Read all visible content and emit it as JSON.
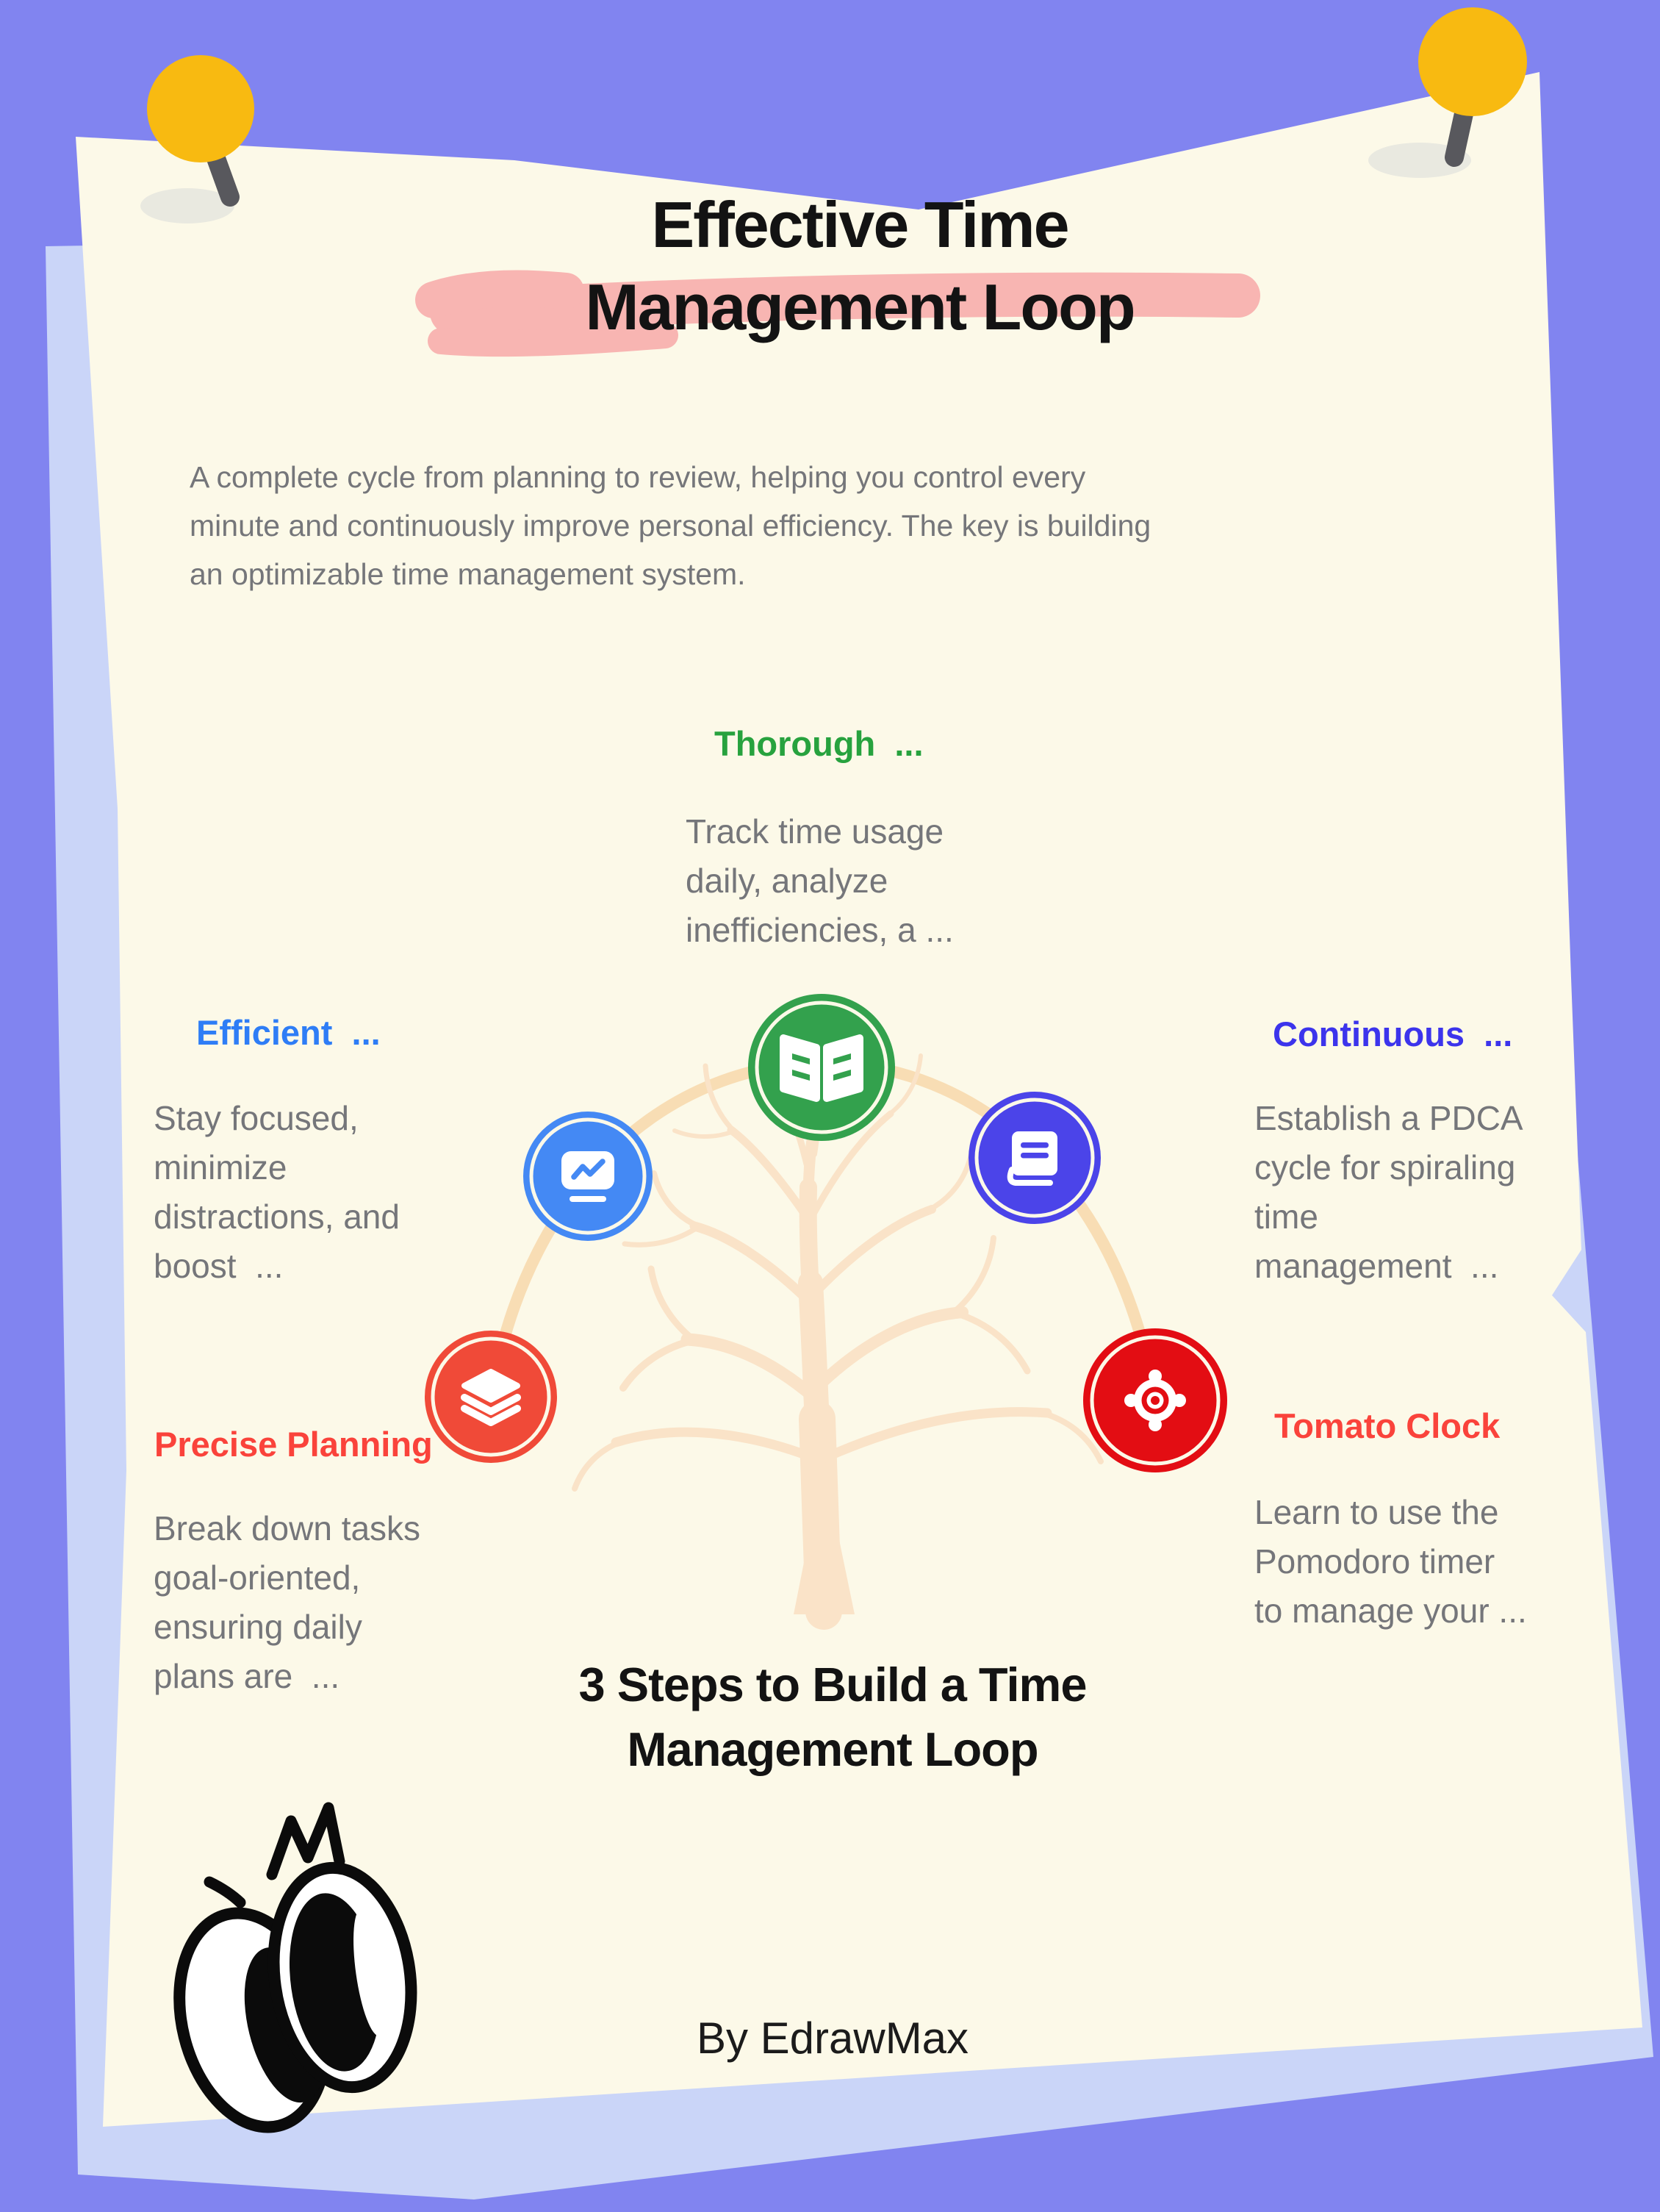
{
  "poster": {
    "title": "Effective Time\nManagement Loop",
    "intro": "A complete cycle from planning to review, helping you control every\nminute and continuously improve personal efficiency. The key is building\nan optimizable time management system.",
    "center_caption": "3 Steps to Build a Time\nManagement Loop",
    "byline": "By EdrawMax"
  },
  "nodes": [
    {
      "id": "thorough",
      "label": "Thorough  ...",
      "body": "Track time usage\ndaily, analyze\ninefficiencies, a ...",
      "accent": "#27A23E",
      "circle_color": "#33A14D",
      "icon": "open-book-icon"
    },
    {
      "id": "efficient",
      "label": "Efficient  ...",
      "body": "Stay focused,\nminimize\ndistractions, and\nboost  ...",
      "accent": "#2E7DF6",
      "circle_color": "#4489F4",
      "icon": "chart-board-icon"
    },
    {
      "id": "continuous",
      "label": "Continuous  ...",
      "body": "Establish a PDCA\ncycle for spiraling\ntime\nmanagement  ...",
      "accent": "#3C34EC",
      "circle_color": "#4B44E9",
      "icon": "notebook-icon"
    },
    {
      "id": "precise-planning",
      "label": "Precise Planning",
      "body": "Break down tasks\ngoal-oriented,\nensuring daily\nplans are  ...",
      "accent": "#FA433B",
      "circle_color": "#F04A38",
      "icon": "layers-icon"
    },
    {
      "id": "tomato-clock",
      "label": "Tomato Clock",
      "body": "Learn to use the\nPomodoro timer\nto manage your ...",
      "accent": "#FA433B",
      "circle_color": "#E30D13",
      "icon": "target-icon"
    }
  ],
  "colors": {
    "background": "#8184F0",
    "under_paper": "#CAD5F8",
    "paper": "#FCF9E8",
    "highlight_pink": "#F8B5B2",
    "pin_yellow": "#F8BA11",
    "pin_stem": "#58585D",
    "pin_shadow": "#E9E9E0",
    "arc": "#F8DDB4",
    "tree": "#FAE3C8",
    "title_text": "#131313",
    "body_text": "#75767A"
  }
}
